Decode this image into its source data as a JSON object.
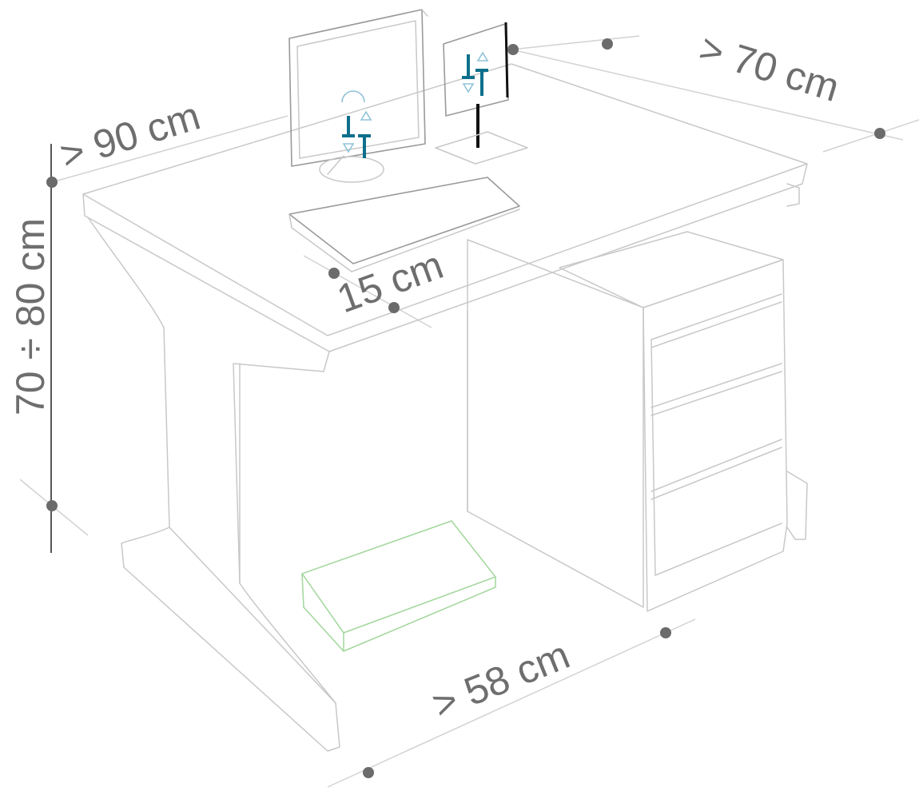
{
  "dimensions": {
    "desk_width": "> 90 cm",
    "desk_depth": "> 70 cm",
    "desk_height": "70 ÷ 80 cm",
    "keyboard_offset": "15 cm",
    "leg_space": "> 58 cm"
  },
  "colors": {
    "outline": "#c8c8c8",
    "dimension_text": "#6e6e6e",
    "dimension_dot": "#6b6b6b",
    "adjust_arrow": "#0e6f8c",
    "footrest": "#a6d8a0"
  },
  "icons": {
    "monitor_adjust": "up-down-arrows-icon"
  }
}
